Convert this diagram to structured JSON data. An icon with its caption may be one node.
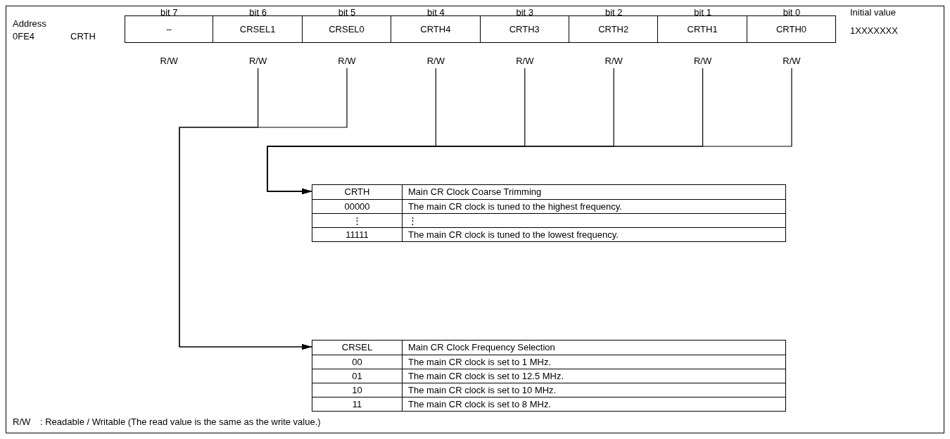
{
  "diagram": {
    "nodes": [
      {
        "text": [
          "–"
        ],
        "beside": [
          "bit 7",
          "R/W"
        ]
      },
      {
        "text": [
          "CRSEL1"
        ],
        "beside": [
          "bit 6",
          "R/W"
        ]
      },
      {
        "text": [
          "CRSEL0"
        ],
        "beside": [
          "bit 5",
          "R/W"
        ]
      },
      {
        "text": [
          "CRTH4"
        ],
        "beside": [
          "bit 4",
          "R/W"
        ]
      },
      {
        "text": [
          "CRTH3"
        ],
        "beside": [
          "bit 3",
          "R/W"
        ]
      },
      {
        "text": [
          "CRTH2"
        ],
        "beside": [
          "bit 2",
          "R/W"
        ]
      },
      {
        "text": [
          "CRTH1"
        ],
        "beside": [
          "bit 1",
          "R/W"
        ]
      },
      {
        "text": [
          "CRTH0"
        ],
        "beside": [
          "bit 0",
          "R/W"
        ]
      },
      {
        "text": [
          "CRTH",
          "Main CR Clock Coarse Trimming",
          "00000",
          "The main CR clock is tuned to the highest frequency.",
          "⋮",
          "⋮",
          "11111",
          "The main CR clock is tuned to the lowest frequency."
        ]
      },
      {
        "text": [
          "CRSEL",
          "Main CR Clock Frequency Selection",
          "00",
          "The main CR clock is set to 1 MHz.",
          "01",
          "The main CR clock is set to 12.5 MHz.",
          "10",
          "The main CR clock is set to 10 MHz.",
          "11",
          "The main CR clock is set to 8 MHz."
        ]
      }
    ],
    "edges": [
      {
        "from": 1,
        "to": 9,
        "arrow": "to"
      },
      {
        "from": 2,
        "to": 9,
        "arrow": "to"
      },
      {
        "from": 3,
        "to": 8,
        "arrow": "to"
      },
      {
        "from": 4,
        "to": 8,
        "arrow": "to"
      },
      {
        "from": 5,
        "to": 8,
        "arrow": "to"
      },
      {
        "from": 6,
        "to": 8,
        "arrow": "to"
      },
      {
        "from": 7,
        "to": 8,
        "arrow": "to"
      }
    ],
    "labels": [
      "Address",
      "0FE4",
      "CRTH",
      "Initial value",
      "1XXXXXXX",
      "R/W",
      ": Readable / Writable (The read value is the same as the write value.)"
    ]
  }
}
